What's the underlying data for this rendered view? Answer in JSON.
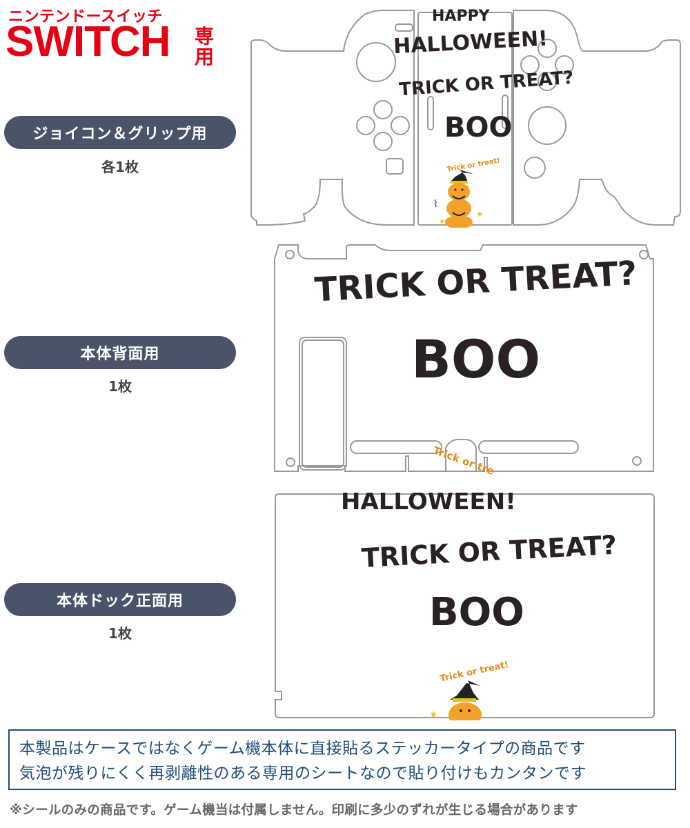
{
  "header": {
    "kana_title": "ニンテンドースイッチ",
    "brand": "SWITCH",
    "suffix_line1": "専",
    "suffix_line2": "用",
    "brand_color": "#e60012"
  },
  "sections": [
    {
      "label": "ジョイコン＆グリップ用",
      "count": "各1枚"
    },
    {
      "label": "本体背面用",
      "count": "1枚"
    },
    {
      "label": "本体ドック正面用",
      "count": "1枚"
    }
  ],
  "artwork": {
    "joycon": {
      "happy": "HAPPY",
      "halloween": "HALLOWEEN!",
      "trick_or_treat": "TRICK OR TREAT?",
      "boo": "BOO",
      "badge_text": "Trick or treat!"
    },
    "back": {
      "trick_or_treat": "TRICK OR TREAT?",
      "boo": "BOO",
      "badge_text": "Trick or tre"
    },
    "dock": {
      "halloween": "HALLOWEEN!",
      "trick_or_treat": "TRICK OR TREAT?",
      "boo": "BOO",
      "badge_text": "Trick or treat!"
    },
    "outline_color": "#9a9a9a",
    "ink_color": "#2a2222",
    "pumpkin_color": "#f2a22a",
    "accent_orange": "#e88a1a"
  },
  "notice": {
    "line1": "本製品はケースではなくゲーム機本体に直接貼るステッカータイプの商品です",
    "line2": "気泡が残りにくく再剥離性のある専用のシートなので貼り付けもカンタンです",
    "border_color": "#1f4e79"
  },
  "footnote": "※シールのみの商品です。ゲーム機当は付属しません。印刷に多少のずれが生じる場合があります"
}
